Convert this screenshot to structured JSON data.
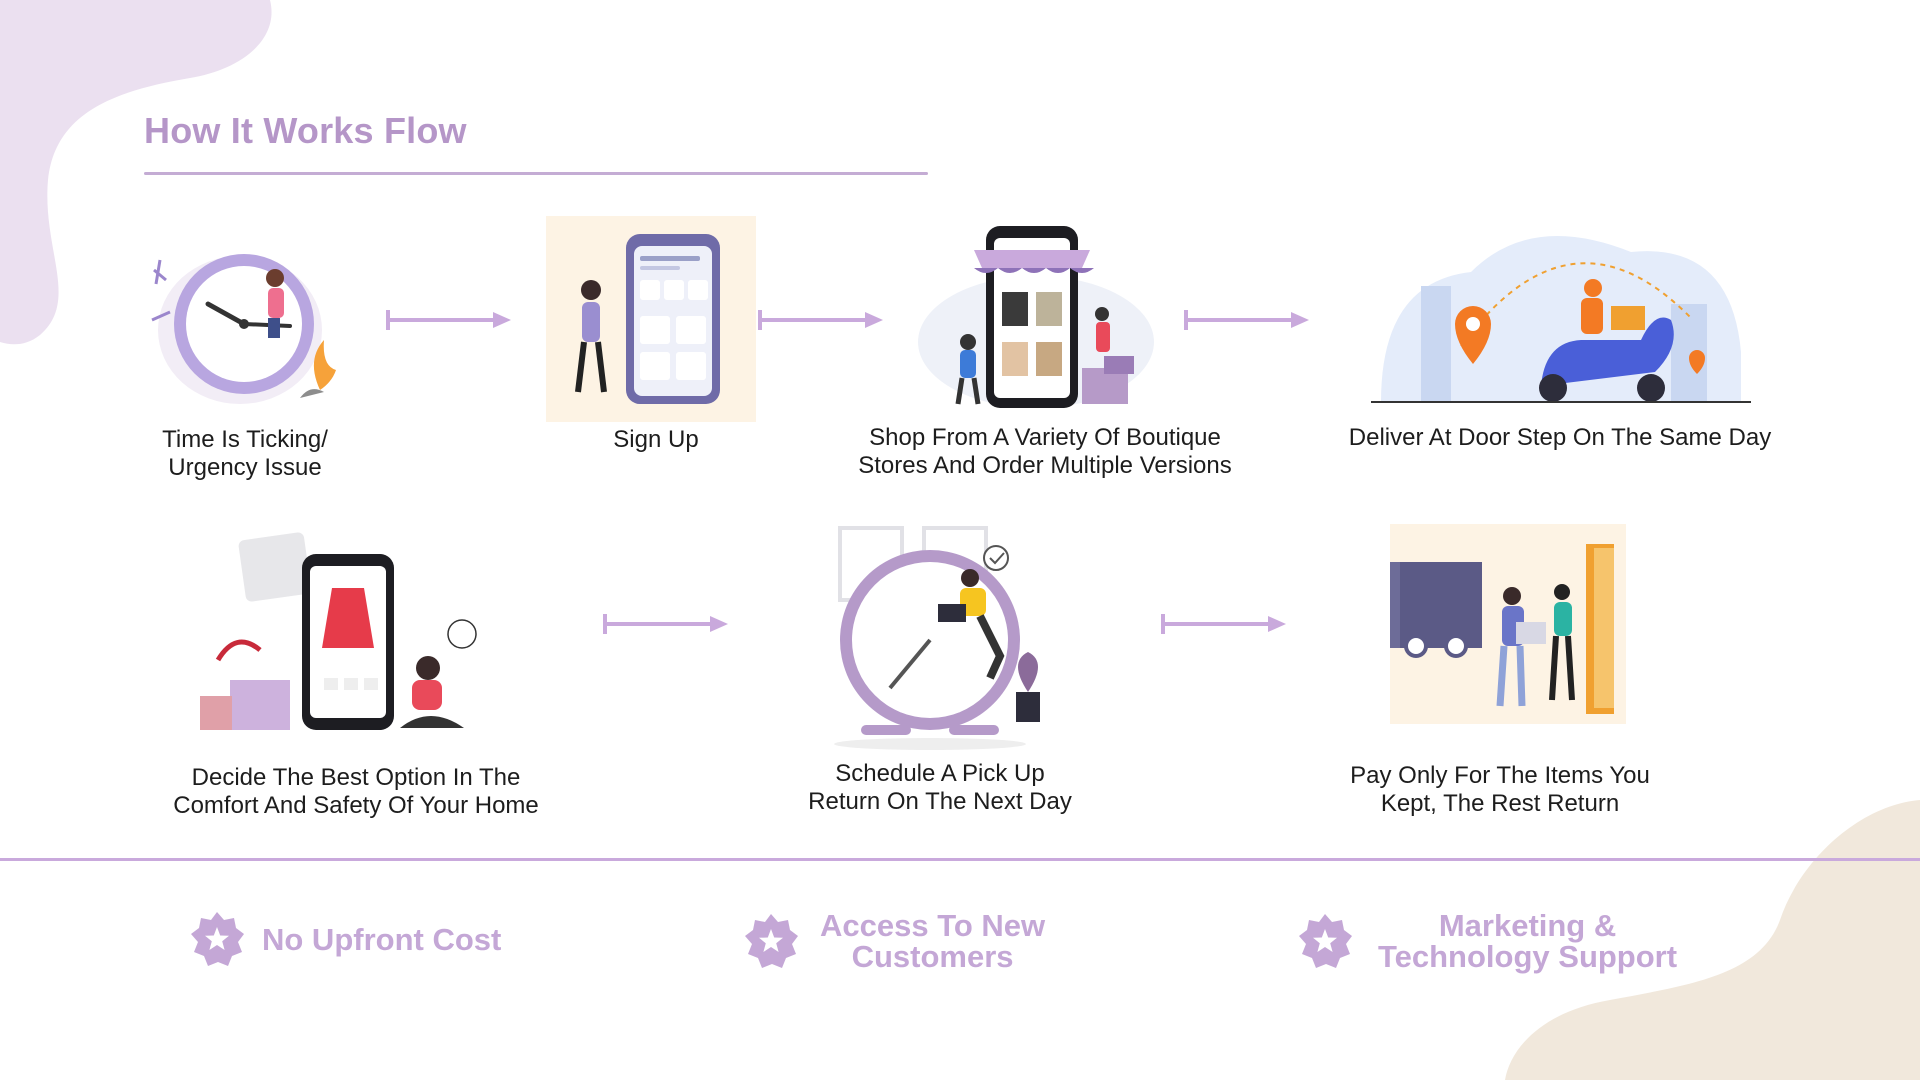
{
  "title": "How It Works Flow",
  "steps": [
    {
      "line1": "Time Is Ticking/",
      "line2": "Urgency Issue",
      "icon": "clock-urgency-illustration"
    },
    {
      "line1": "Sign Up",
      "line2": "",
      "icon": "signup-phone-illustration"
    },
    {
      "line1": "Shop From A Variety Of Boutique",
      "line2": "Stores And Order Multiple Versions",
      "icon": "boutique-shopping-illustration"
    },
    {
      "line1": "Deliver At Door Step On The Same Day",
      "line2": "",
      "icon": "scooter-delivery-illustration"
    },
    {
      "line1": "Decide The Best Option In The",
      "line2": "Comfort And Safety Of Your Home",
      "icon": "home-decision-illustration"
    },
    {
      "line1": "Schedule A Pick Up",
      "line2": "Return On The Next Day",
      "icon": "clock-pickup-illustration"
    },
    {
      "line1": "Pay Only For The Items You",
      "line2": "Kept, The Rest Return",
      "icon": "doorstep-return-illustration"
    }
  ],
  "benefits": [
    {
      "line1": "No Upfront Cost",
      "line2": ""
    },
    {
      "line1": "Access To New",
      "line2": "Customers"
    },
    {
      "line1": "Marketing &",
      "line2": "Technology Support"
    }
  ],
  "colors": {
    "accent": "#b596c8",
    "lavender": "#c9a9dc",
    "blob_purple": "#ebe0f0",
    "blob_beige": "#f1e8dc"
  }
}
